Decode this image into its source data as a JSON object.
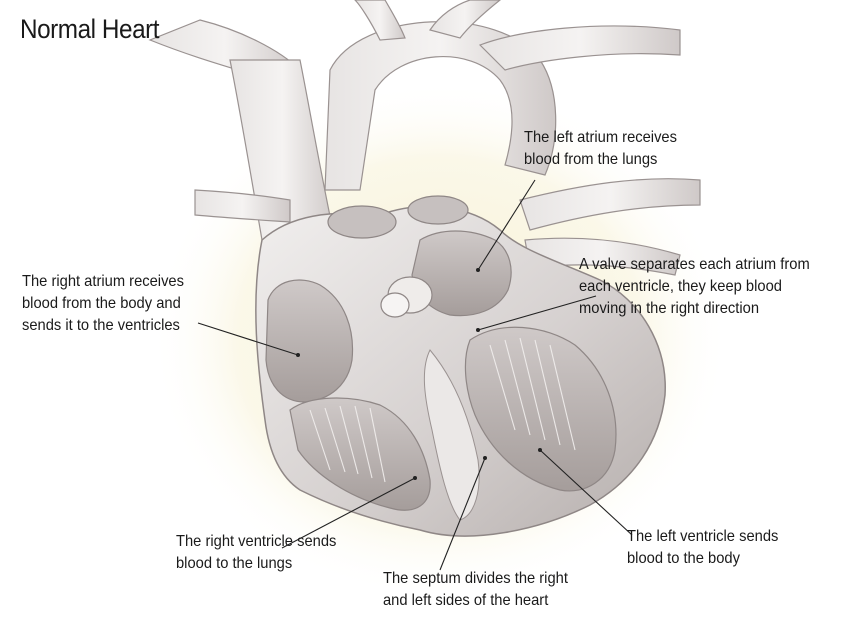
{
  "title": "Normal Heart",
  "labels": {
    "left_atrium": [
      "The left atrium receives",
      "blood from the lungs"
    ],
    "valve": [
      "A valve separates each atrium from",
      "each ventricle, they keep blood",
      "moving in the right direction"
    ],
    "right_atrium": [
      "The right atrium receives",
      "blood from the body and",
      "sends it to the ventricles"
    ],
    "right_ventricle": [
      "The right ventricle sends",
      "blood to the lungs"
    ],
    "septum": [
      "The septum divides the right",
      "and left sides of the heart"
    ],
    "left_ventricle": [
      "The left ventricle sends",
      "blood to the body"
    ]
  },
  "colors": {
    "glow": "#f6f0cf",
    "tissue": "#d9d5d4",
    "tissue_light": "#ebe8e7",
    "tissue_dark": "#b9b3b2",
    "outline": "#8f8786",
    "leader": "#222222"
  }
}
